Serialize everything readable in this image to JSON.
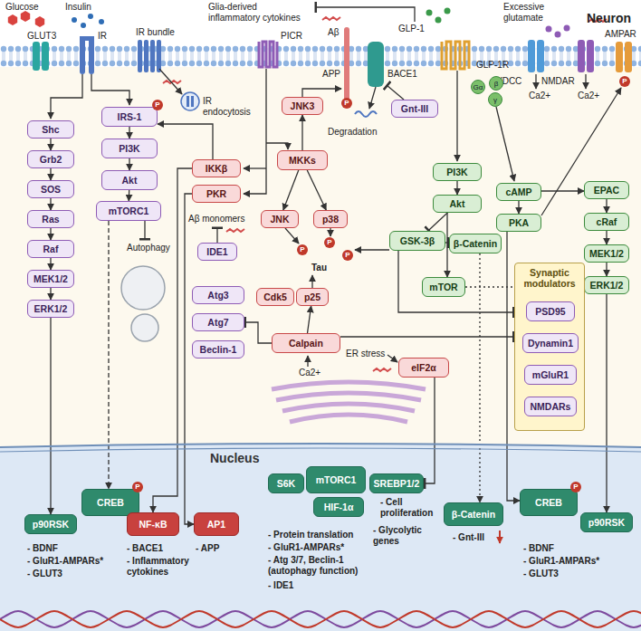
{
  "diagram": {
    "nodes": [
      {
        "text": [
          "Shc"
        ]
      },
      {
        "text": [
          "Grb2"
        ]
      },
      {
        "text": [
          "SOS"
        ]
      },
      {
        "text": [
          "Ras"
        ]
      },
      {
        "text": [
          "Raf"
        ]
      },
      {
        "text": [
          "MEK1/2"
        ]
      },
      {
        "text": [
          "ERK1/2"
        ]
      },
      {
        "text": [
          "IRS-1"
        ]
      },
      {
        "text": [
          "PI3K"
        ]
      },
      {
        "text": [
          "Akt"
        ]
      },
      {
        "text": [
          "mTORC1"
        ]
      },
      {
        "text": [
          "IDE1"
        ]
      },
      {
        "text": [
          "Atg3"
        ]
      },
      {
        "text": [
          "Atg7"
        ]
      },
      {
        "text": [
          "Beclin-1"
        ]
      },
      {
        "text": [
          "JNK3"
        ]
      },
      {
        "text": [
          "MKKs"
        ]
      },
      {
        "text": [
          "IKKβ"
        ]
      },
      {
        "text": [
          "PKR"
        ]
      },
      {
        "text": [
          "JNK"
        ]
      },
      {
        "text": [
          "p38"
        ]
      },
      {
        "text": [
          "Gnt-III"
        ]
      },
      {
        "text": [
          "Cdk5"
        ]
      },
      {
        "text": [
          "p25"
        ]
      },
      {
        "text": [
          "Calpain"
        ]
      },
      {
        "text": [
          "PI3K"
        ]
      },
      {
        "text": [
          "Akt"
        ]
      },
      {
        "text": [
          "GSK-3β"
        ]
      },
      {
        "text": [
          "β-Catenin"
        ]
      },
      {
        "text": [
          "mTOR"
        ]
      },
      {
        "text": [
          "cAMP"
        ]
      },
      {
        "text": [
          "PKA"
        ]
      },
      {
        "text": [
          "EPAC"
        ]
      },
      {
        "text": [
          "cRaf"
        ]
      },
      {
        "text": [
          "MEK1/2"
        ]
      },
      {
        "text": [
          "ERK1/2"
        ]
      },
      {
        "text": [
          "Synaptic modulators"
        ]
      },
      {
        "text": [
          "PSD95"
        ],
        "in": 36
      },
      {
        "text": [
          "Dynamin1"
        ],
        "in": 36
      },
      {
        "text": [
          "mGluR1"
        ],
        "in": 36
      },
      {
        "text": [
          "NMDARs"
        ],
        "in": 36
      },
      {
        "text": [
          "eIF2α"
        ]
      },
      {
        "text": [
          "Nucleus"
        ]
      },
      {
        "text": [
          "p90RSK"
        ],
        "in": 42
      },
      {
        "text": [
          "CREB"
        ],
        "in": 42
      },
      {
        "text": [
          "NF-κB"
        ],
        "in": 42
      },
      {
        "text": [
          "AP1"
        ],
        "in": 42
      },
      {
        "text": [
          "S6K"
        ],
        "in": 42
      },
      {
        "text": [
          "mTORC1"
        ],
        "in": 42
      },
      {
        "text": [
          "HIF-1α"
        ],
        "in": 42
      },
      {
        "text": [
          "SREBP1/2"
        ],
        "in": 42
      },
      {
        "text": [
          "β-Catenin"
        ],
        "in": 42
      },
      {
        "text": [
          "CREB"
        ],
        "in": 42
      },
      {
        "text": [
          "p90RSK"
        ],
        "in": 42
      }
    ],
    "edges": [
      {
        "from": 0,
        "to": 1,
        "arrow": "to"
      },
      {
        "from": 1,
        "to": 2,
        "arrow": "to"
      },
      {
        "from": 2,
        "to": 3,
        "arrow": "to"
      },
      {
        "from": 3,
        "to": 4,
        "arrow": "to"
      },
      {
        "from": 4,
        "to": 5,
        "arrow": "to"
      },
      {
        "from": 5,
        "to": 6,
        "arrow": "to"
      },
      {
        "from": 6,
        "to": 43,
        "arrow": "to"
      },
      {
        "from": 7,
        "to": 8,
        "arrow": "to"
      },
      {
        "from": 8,
        "to": 9,
        "arrow": "to"
      },
      {
        "from": 9,
        "to": 10,
        "arrow": "to"
      },
      {
        "from": 10,
        "to": 44,
        "arrow": "to"
      },
      {
        "from": 16,
        "to": 15,
        "arrow": "to"
      },
      {
        "from": 16,
        "to": 19,
        "arrow": "to"
      },
      {
        "from": 16,
        "to": 20,
        "arrow": "to"
      },
      {
        "from": 17,
        "to": 7,
        "arrow": "to"
      },
      {
        "from": 17,
        "to": 45,
        "arrow": "to"
      },
      {
        "from": 18,
        "to": 46,
        "arrow": "to"
      },
      {
        "from": 24,
        "to": 23,
        "arrow": "to"
      },
      {
        "from": 24,
        "to": 13,
        "arrow": "to"
      },
      {
        "from": 24,
        "to": 36,
        "arrow": "to"
      },
      {
        "from": 25,
        "to": 26,
        "arrow": "to"
      },
      {
        "from": 26,
        "to": 27,
        "arrow": "to"
      },
      {
        "from": 26,
        "to": 29,
        "arrow": "to"
      },
      {
        "from": 27,
        "to": 28,
        "arrow": "to"
      },
      {
        "from": 27,
        "to": 36,
        "arrow": "to"
      },
      {
        "from": 29,
        "to": 36,
        "arrow": "none"
      },
      {
        "from": 28,
        "to": 51,
        "arrow": "to"
      },
      {
        "from": 30,
        "to": 31,
        "arrow": "to"
      },
      {
        "from": 30,
        "to": 32,
        "arrow": "to"
      },
      {
        "from": 32,
        "to": 33,
        "arrow": "to"
      },
      {
        "from": 33,
        "to": 34,
        "arrow": "to"
      },
      {
        "from": 34,
        "to": 35,
        "arrow": "to"
      },
      {
        "from": 35,
        "to": 53,
        "arrow": "to"
      },
      {
        "from": 31,
        "to": 52,
        "arrow": "to"
      },
      {
        "from": 41,
        "to": 50,
        "arrow": "to"
      }
    ],
    "labels": [
      "Glucose",
      "Insulin",
      "Glia-derived inflammatory cytokines",
      "Excessive glutamate",
      "Neuron",
      "GLUT3",
      "IR",
      "IR bundle",
      "PICR",
      "Aβ",
      "APP",
      "BACE1",
      "GLP-1",
      "GLP-1R",
      "VDCC",
      "NMDAR",
      "AMPAR",
      "Ca2+",
      "Ca2+",
      "P",
      "P",
      "IR endocytosis",
      "Degradation",
      "Gα",
      "β",
      "γ",
      "P",
      "Aβ monomers",
      "Autophagy",
      "Tau",
      "P",
      "P",
      "P",
      "ER stress",
      "Ca2+",
      "P",
      "P",
      "- BDNF",
      "- GluR1-AMPARs*",
      "- GLUT3",
      "- BACE1",
      "- Inflammatory cytokines",
      "- APP",
      "- Protein translation",
      "- GluR1-AMPARs*",
      "- Atg 3/7, Beclin-1 (autophagy function)",
      "- IDE1",
      "- Glycolytic genes",
      "- Cell proliferation",
      "- Gnt-III",
      "- BDNF",
      "- GluR1-AMPARs*",
      "- GLUT3"
    ]
  }
}
